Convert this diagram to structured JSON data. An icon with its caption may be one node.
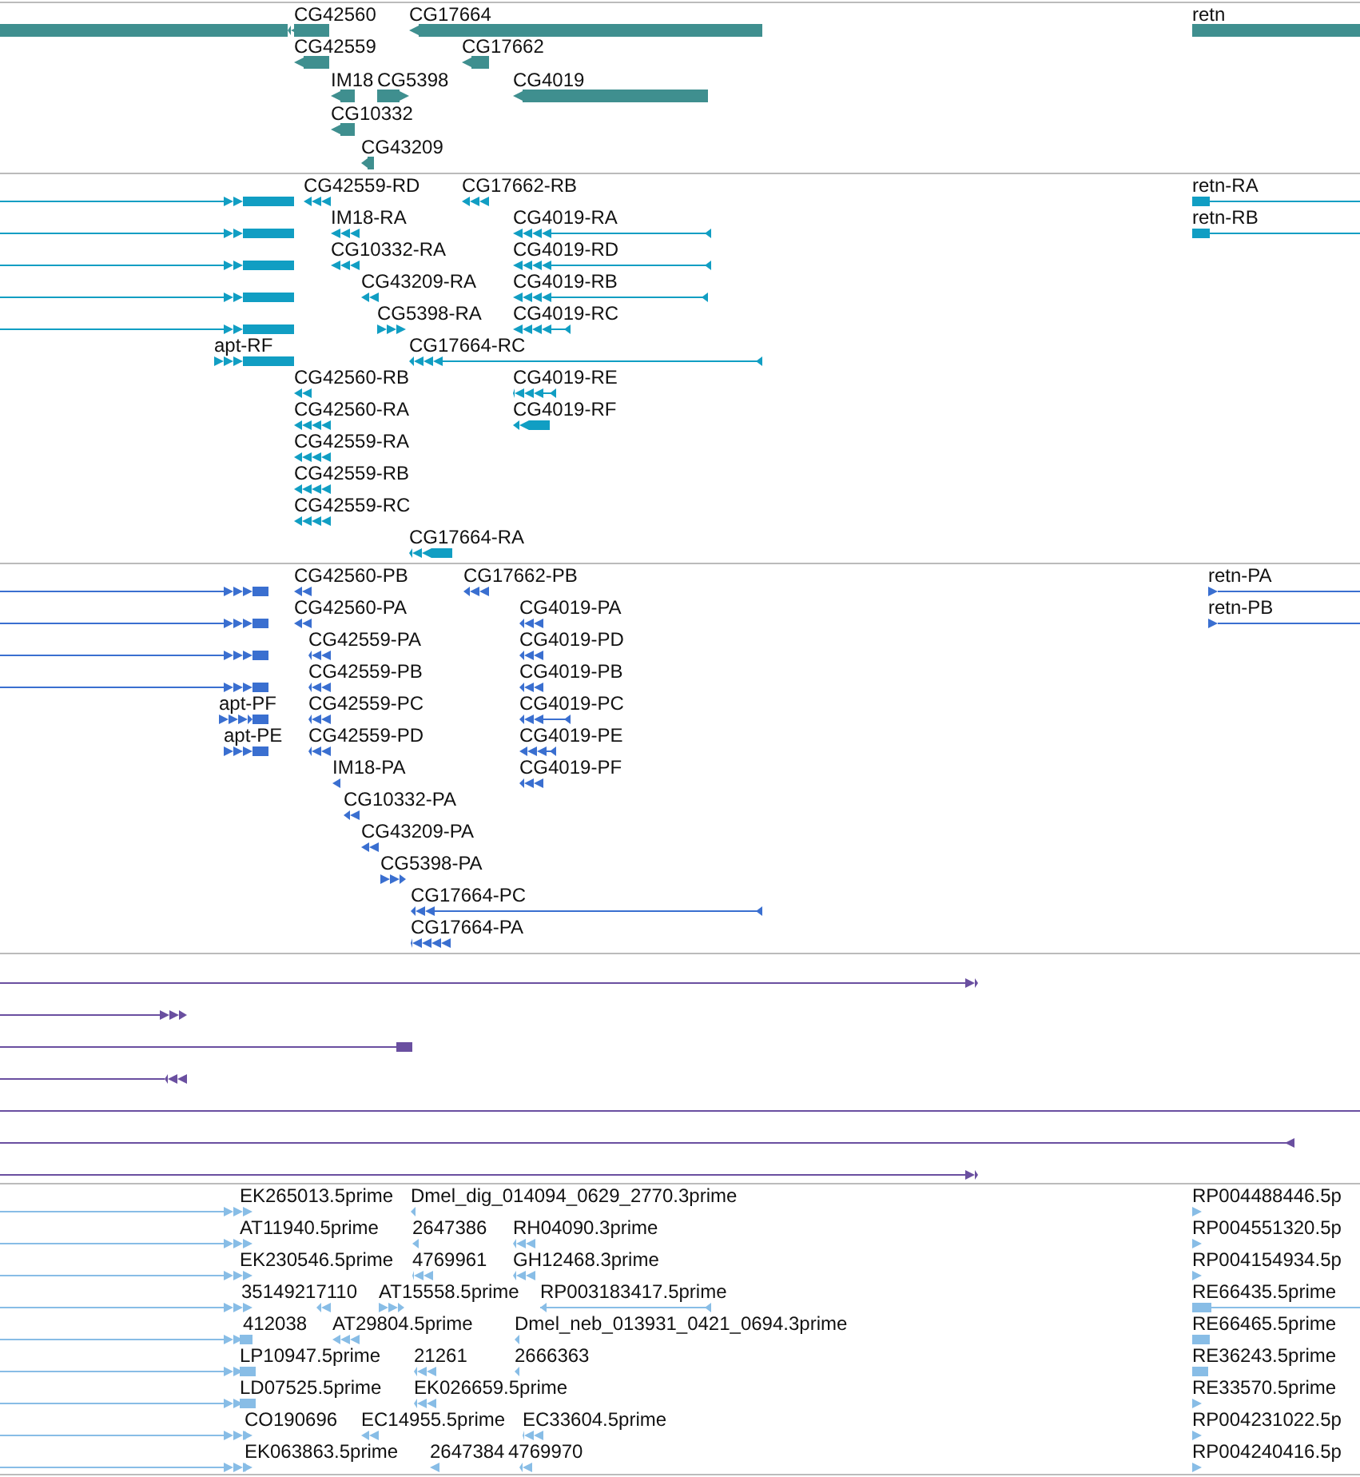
{
  "diagram": {
    "labels": [
      "CG42560",
      "CG17664",
      "retn",
      "CG42559",
      "CG17662",
      "IM18",
      "CG5398",
      "CG4019",
      "CG10332",
      "CG43209",
      "CG42559-RD",
      "CG17662-RB",
      "retn-RA",
      "IM18-RA",
      "CG4019-RA",
      "retn-RB",
      "CG10332-RA",
      "CG4019-RD",
      "CG43209-RA",
      "CG4019-RB",
      "CG5398-RA",
      "CG4019-RC",
      "apt-RF",
      "CG17664-RC",
      "CG42560-RB",
      "CG4019-RE",
      "CG42560-RA",
      "CG4019-RF",
      "CG42559-RA",
      "CG42559-RB",
      "CG42559-RC",
      "CG17664-RA",
      "CG42560-PB",
      "CG17662-PB",
      "retn-PA",
      "CG42560-PA",
      "CG4019-PA",
      "retn-PB",
      "CG42559-PA",
      "CG4019-PD",
      "CG42559-PB",
      "CG4019-PB",
      "apt-PF",
      "CG42559-PC",
      "CG4019-PC",
      "apt-PE",
      "CG42559-PD",
      "CG4019-PE",
      "IM18-PA",
      "CG4019-PF",
      "CG10332-PA",
      "CG43209-PA",
      "CG5398-PA",
      "CG17664-PC",
      "CG17664-PA",
      "EK265013.5prime",
      "Dmel_dig_014094_0629_2770.3prime",
      "RP004488446.5p",
      "AT11940.5prime",
      "2647386",
      "RH04090.3prime",
      "RP004551320.5p",
      "EK230546.5prime",
      "4769961",
      "GH12468.3prime",
      "RP004154934.5p",
      "35149217110",
      "AT15558.5prime",
      "RP003183417.5prime",
      "RE66435.5prime",
      "412038",
      "AT29804.5prime",
      "Dmel_neb_013931_0421_0694.3prime",
      "RE66465.5prime",
      "LP10947.5prime",
      "21261",
      "2666363",
      "RE36243.5prime",
      "LD07525.5prime",
      "EK026659.5prime",
      "RE33570.5prime",
      "CO190696",
      "EC14955.5prime",
      "EC33604.5prime",
      "RP004231022.5p",
      "EK063863.5prime",
      "2647384",
      "4769970",
      "RP004240416.5p"
    ]
  }
}
